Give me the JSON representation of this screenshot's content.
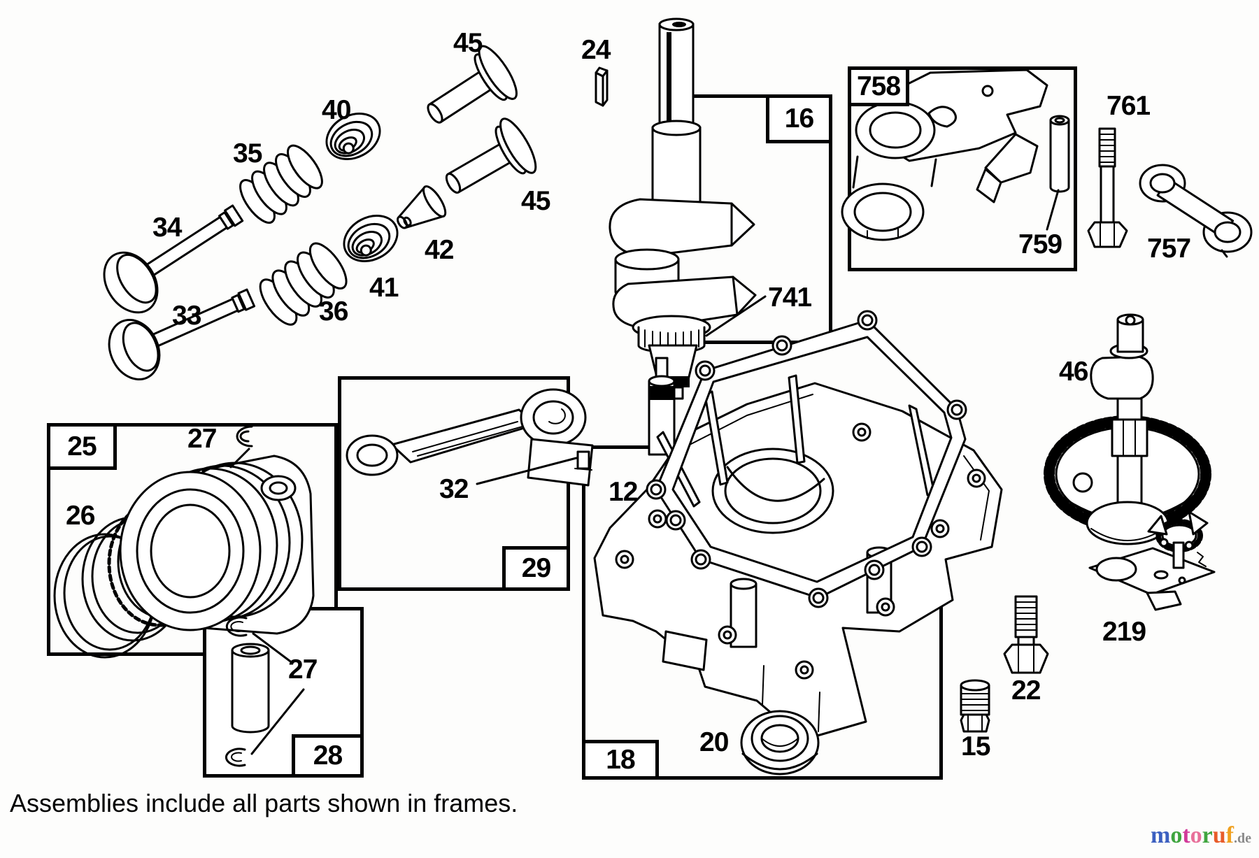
{
  "caption": "Assemblies include all parts shown in frames.",
  "frames": {
    "f16": "16",
    "f758": "758",
    "f25": "25",
    "f29": "29",
    "f28": "28",
    "f18": "18"
  },
  "parts": {
    "valve_cap_a": "45",
    "key": "24",
    "retainer_a": "40",
    "spring_a": "35",
    "valve_a": "34",
    "valve_cap_b": "45",
    "cone": "42",
    "retainer_b": "41",
    "valve_b": "33",
    "spring_b": "36",
    "crank_gear": "741",
    "pin_758": "759",
    "bolt_761": "761",
    "link_757": "757",
    "camshaft": "46",
    "clip_a": "27",
    "rings": "26",
    "rod_screw": "32",
    "gasket": "12",
    "clip_b": "27",
    "seal": "20",
    "bolt_22": "22",
    "plug_15": "15",
    "governor": "219"
  },
  "logo": {
    "letters": [
      {
        "ch": "m",
        "color": "#3b5fc0"
      },
      {
        "ch": "o",
        "color": "#3fa53f"
      },
      {
        "ch": "t",
        "color": "#d23a9a"
      },
      {
        "ch": "o",
        "color": "#e8709a"
      },
      {
        "ch": "r",
        "color": "#3fa53f"
      },
      {
        "ch": "u",
        "color": "#e85c2a"
      },
      {
        "ch": "f",
        "color": "#f0a01e"
      }
    ],
    "suffix": ".de",
    "suffix_color": "#8a8a8a"
  }
}
